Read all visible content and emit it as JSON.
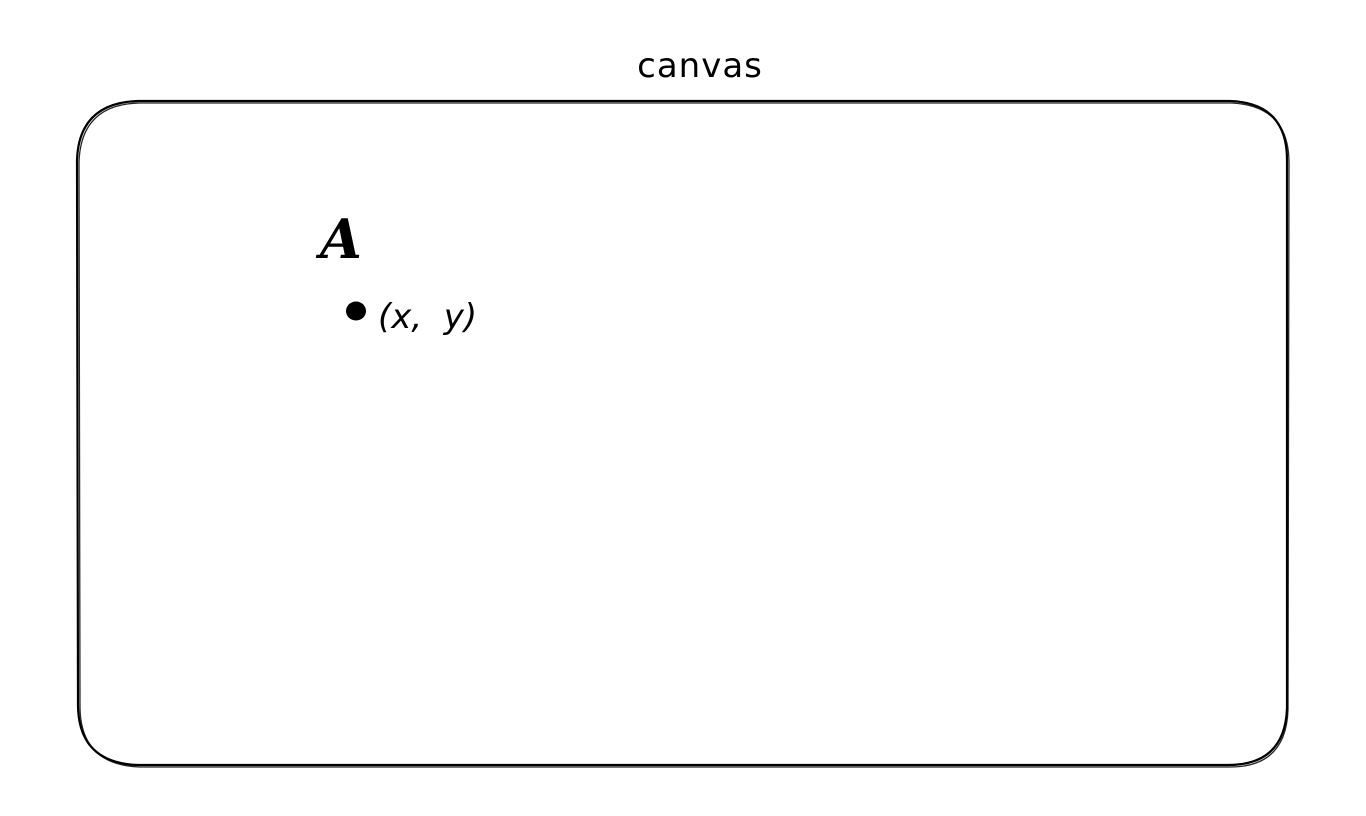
{
  "canvas": {
    "title": "canvas"
  },
  "point": {
    "label": "A",
    "coordinate_text": "(x,  y)"
  },
  "colors": {
    "stroke": "#000000",
    "background": "#ffffff"
  }
}
